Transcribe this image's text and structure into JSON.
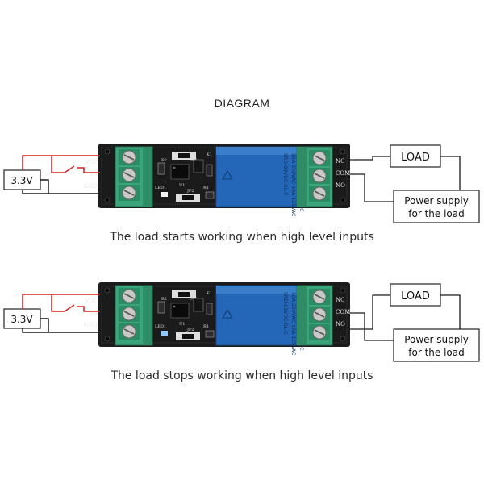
{
  "title": "DIAGRAM",
  "diagrams": [
    {
      "voltage": "3.3V",
      "load": "LOAD",
      "supply_line1": "Power supply",
      "supply_line2": "for the load",
      "caption": "The load starts working when high level inputs",
      "input_pins": [
        "VCC",
        "IN",
        "GND"
      ],
      "output_pins": [
        "NC",
        "COM",
        "NO"
      ],
      "relay_text": [
        "SRD-03VDC-SL-C",
        "10A 250VAC  10A 125VAC",
        "10A 30VDC  10A 28VDC"
      ],
      "load_terminal": "NC"
    },
    {
      "voltage": "3.3V",
      "load": "LOAD",
      "supply_line1": "Power supply",
      "supply_line2": "for the load",
      "caption": "The load stops working when high level inputs",
      "input_pins": [
        "VCC",
        "IN",
        "GND"
      ],
      "output_pins": [
        "NC",
        "COM",
        "NO"
      ],
      "relay_text": [
        "SRD-03VDC-SL-C",
        "10A 250VAC  10A 125VAC",
        "10A 30VDC  10A 28VDC"
      ],
      "load_terminal": "NO"
    }
  ],
  "board_labels": [
    "JP1",
    "R2",
    "K1",
    "LED1",
    "U1",
    "JP2",
    "R1"
  ],
  "colors": {
    "wire_red": "#d32020",
    "wire_black": "#1a1a1a",
    "pcb": "#1b1b1b",
    "terminal_green": "#3aa57a",
    "relay_blue": "#2467b8"
  }
}
